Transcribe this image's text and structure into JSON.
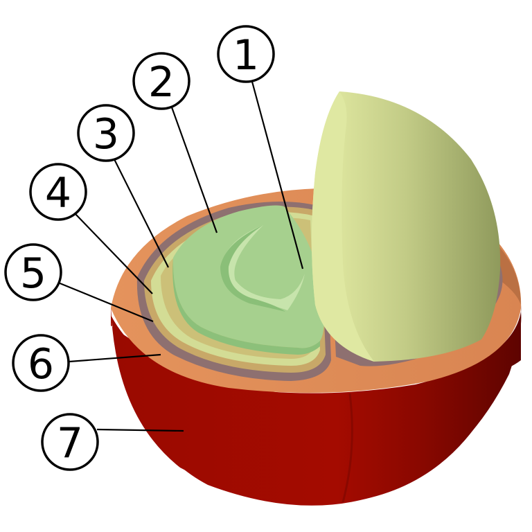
{
  "colors": {
    "background": "#ffffff",
    "skin": "#a40b00",
    "skin_dark": "#6a0500",
    "pulp": "#e0905a",
    "pulp_shadow": "#b0653e",
    "parchment": "#8e7070",
    "silver_skin": "#c8a868",
    "endosperm": "#d3dc95",
    "bean_face": "#a6d08e",
    "bean_light": "#cfe7ae",
    "bean_outer": "#c2cf86"
  },
  "labels": [
    {
      "id": "1",
      "text": "1"
    },
    {
      "id": "2",
      "text": "2"
    },
    {
      "id": "3",
      "text": "3"
    },
    {
      "id": "4",
      "text": "4"
    },
    {
      "id": "5",
      "text": "5"
    },
    {
      "id": "6",
      "text": "6"
    },
    {
      "id": "7",
      "text": "7"
    }
  ]
}
